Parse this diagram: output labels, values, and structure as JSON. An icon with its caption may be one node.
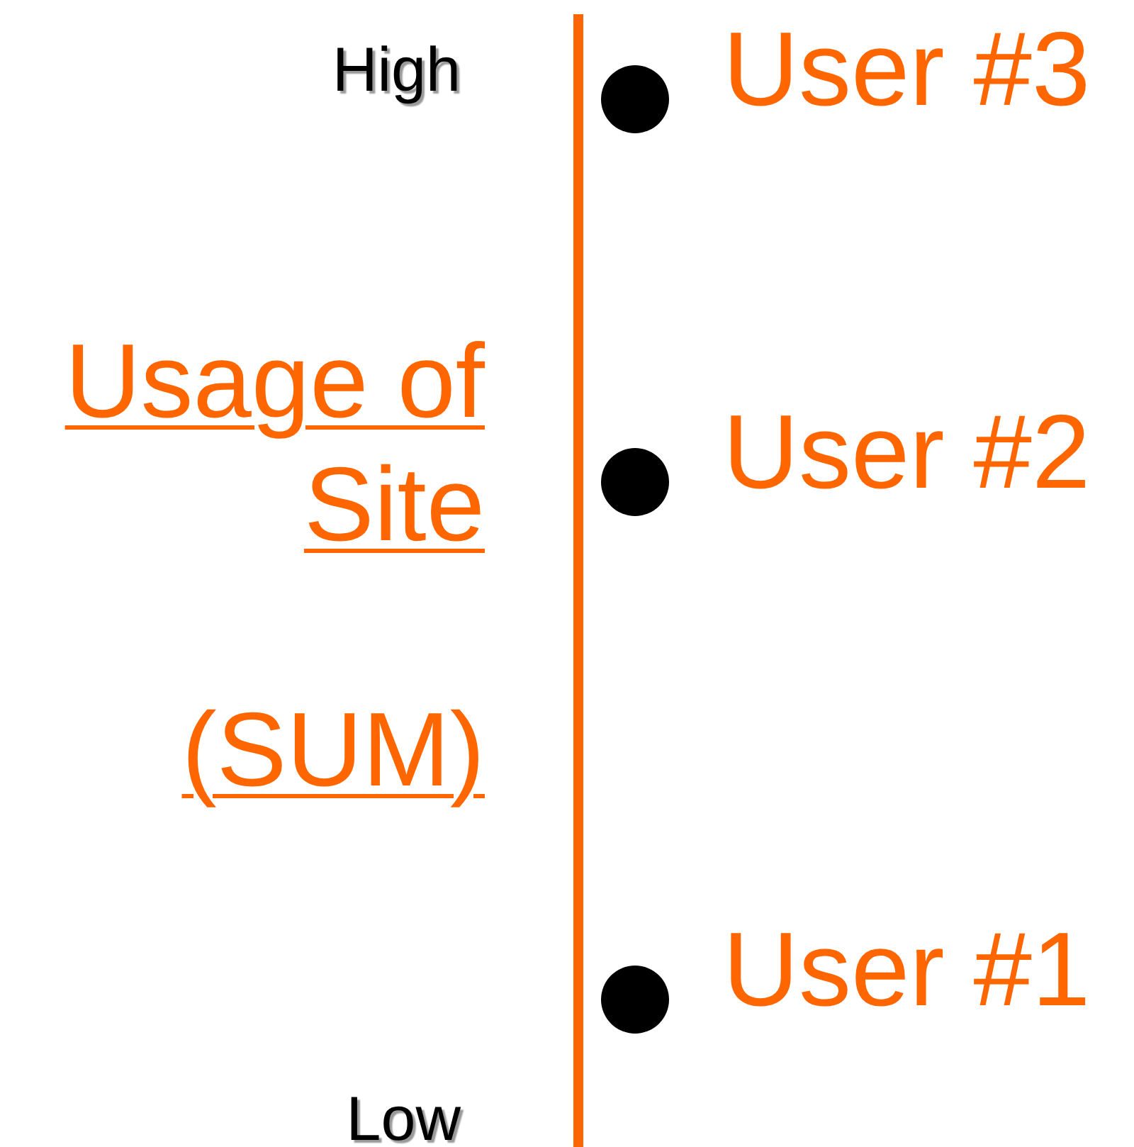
{
  "diagram": {
    "nodes": [
      {
        "text": [],
        "shape": "circle",
        "beside": [
          "User #3"
        ]
      },
      {
        "text": [],
        "shape": "circle",
        "beside": [
          "User #2"
        ]
      },
      {
        "text": [],
        "shape": "circle",
        "beside": [
          "User #1"
        ]
      }
    ],
    "edges": [],
    "labels": [
      "High",
      "Usage of Site",
      "(SUM)",
      "Low"
    ]
  }
}
